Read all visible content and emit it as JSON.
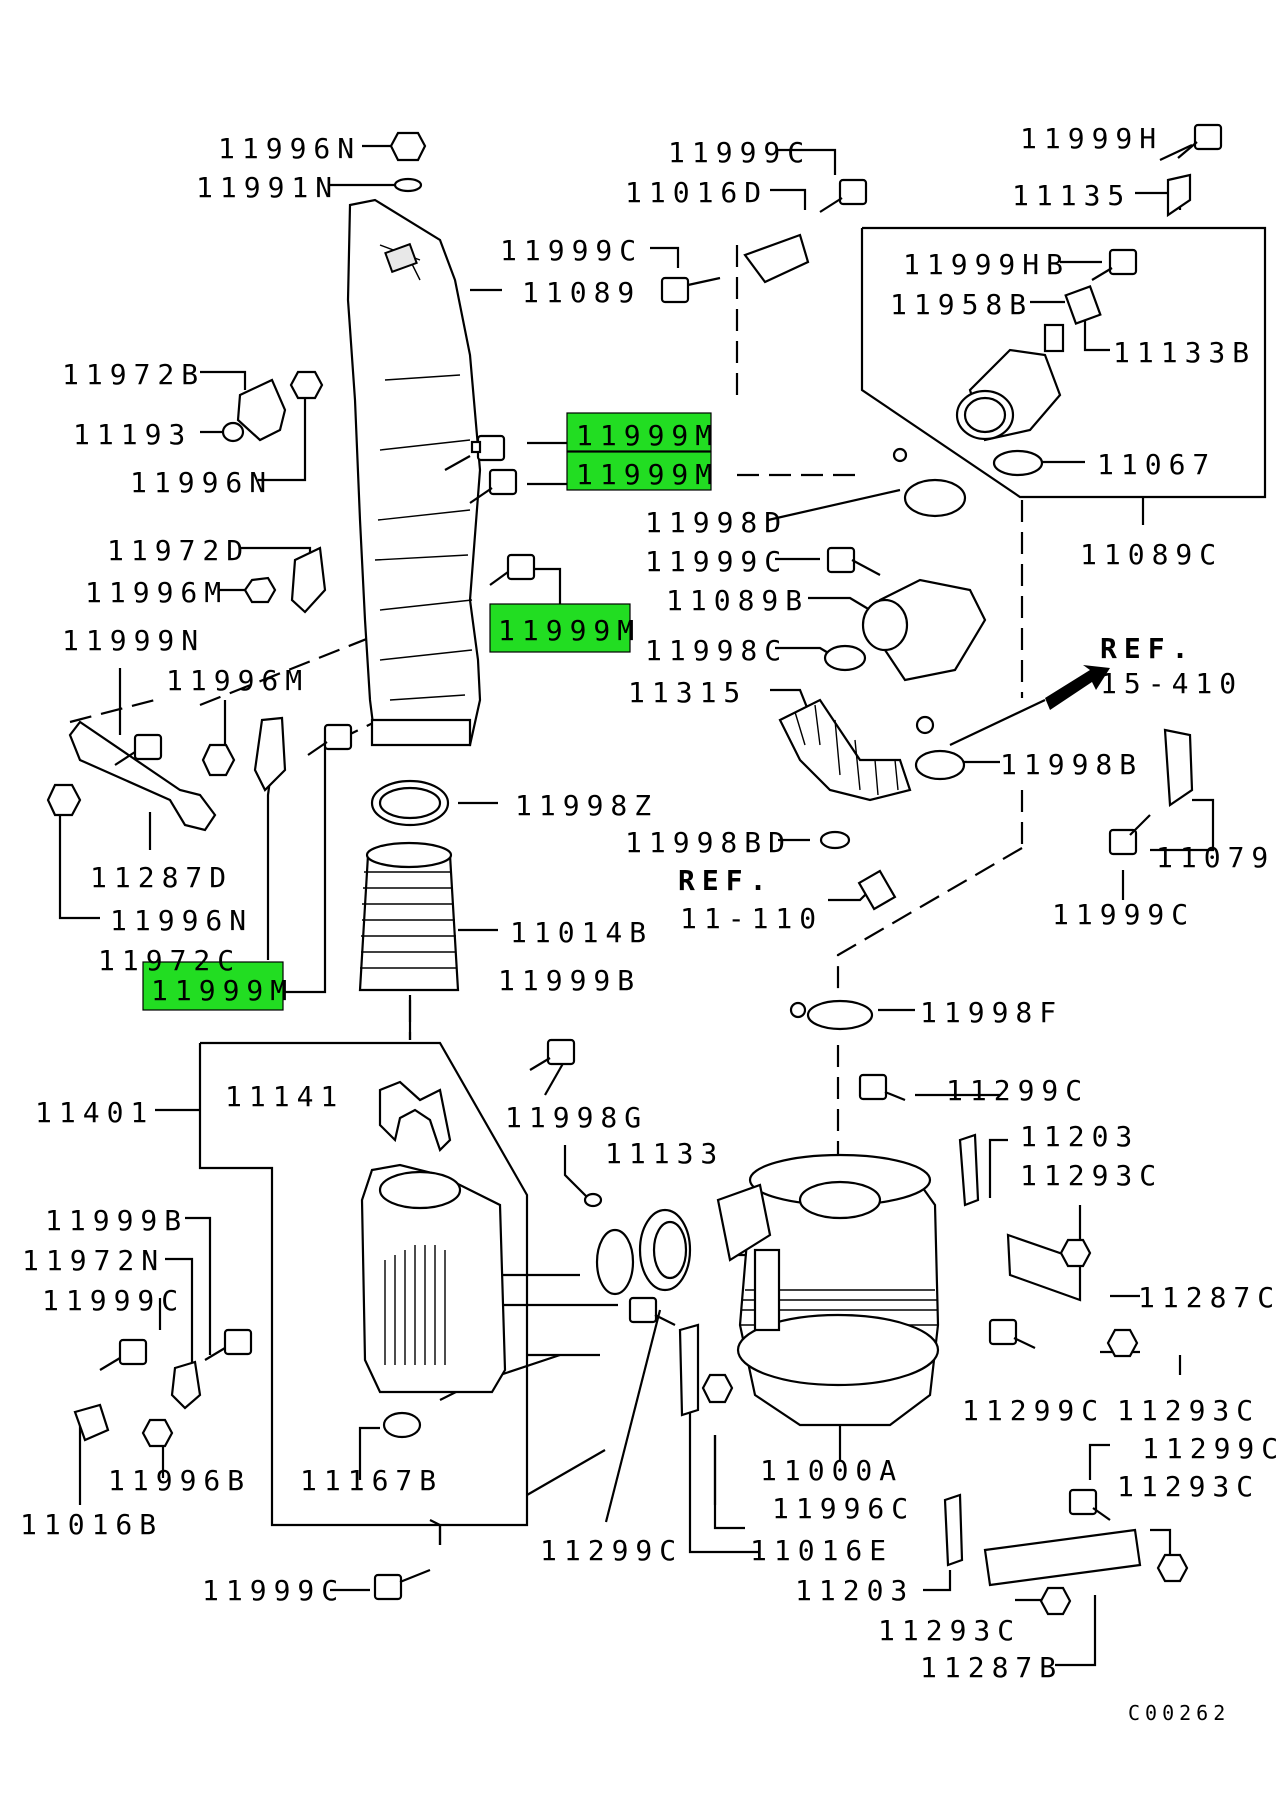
{
  "diagram": {
    "labels": {
      "p11996N_top": "11996N",
      "p11991N": "11991N",
      "p11089": "11089",
      "p11972B": "11972B",
      "p11193": "11193",
      "p11996N_mid": "11996N",
      "p11999M_a": "11999M",
      "p11999M_b": "11999M",
      "p11972D": "11972D",
      "p11996M_a": "11996M",
      "p11999M_c": "11999M",
      "p11999N": "11999N",
      "p11996M_b": "11996M",
      "p11287D": "11287D",
      "p11996N_low": "11996N",
      "p11972C": "11972C",
      "p11999M_d": "11999M",
      "p11998Z": "11998Z",
      "p11014B": "11014B",
      "p11999C_top": "11999C",
      "p11016D": "11016D",
      "p11999C_2": "11999C",
      "p11999H": "11999H",
      "p11135": "11135",
      "p11999HB": "11999HB",
      "p11958B": "11958B",
      "p11133B": "11133B",
      "p11067": "11067",
      "p11089C": "11089C",
      "p11998D": "11998D",
      "p11999C_3": "11999C",
      "p11089B": "11089B",
      "p11998C": "11998C",
      "p11315": "11315",
      "ref1_a": "REF.",
      "ref1_b": "15-410",
      "p11998B": "11998B",
      "p11998BD": "11998BD",
      "ref2_a": "REF.",
      "ref2_b": "11-110",
      "p11079": "11079",
      "p11999C_4": "11999C",
      "p11999B_a": "11999B",
      "p11998F": "11998F",
      "p11401": "11401",
      "p11141": "11141",
      "p11998G": "11998G",
      "p11133": "11133",
      "p11299C_a": "11299C",
      "p11203_a": "11203",
      "p11293C_a": "11293C",
      "p11999B_b": "11999B",
      "p11972N": "11972N",
      "p11999C_5": "11999C",
      "p11287C": "11287C",
      "p11299C_b": "11299C",
      "p11293C_b": "11293C",
      "p11996B": "11996B",
      "p11167B": "11167B",
      "p11000A": "11000A",
      "p11299C_c": "11299C",
      "p11293C_c": "11293C",
      "p11016B": "11016B",
      "p11996C": "11996C",
      "p11299C_d": "11299C",
      "p11016E": "11016E",
      "p11999C_6": "11999C",
      "p11203_b": "11203",
      "p11293C_d": "11293C",
      "p11287B": "11287B",
      "code": "C00262"
    },
    "highlight_color": "#22dd22"
  }
}
